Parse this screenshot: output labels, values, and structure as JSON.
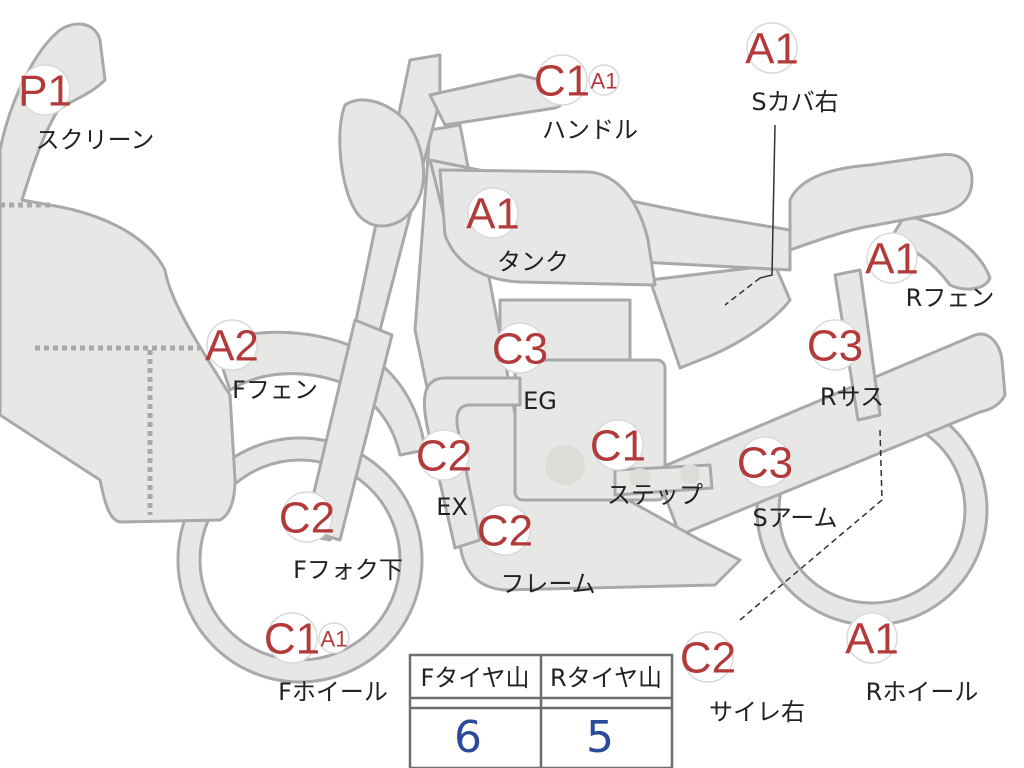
{
  "colors": {
    "part_fill": "#e7e7e5",
    "part_outline": "#a7a9ac",
    "code_red": "#b23a3a",
    "value_blue": "#2c4a9a",
    "text_dark": "#222222"
  },
  "parts": [
    {
      "id": "screen",
      "label": "スクリーン",
      "codes": [
        "P1"
      ]
    },
    {
      "id": "handle",
      "label": "ハンドル",
      "codes": [
        "C1",
        "A1"
      ]
    },
    {
      "id": "scover",
      "label": "Sカバ右",
      "codes": [
        "A1"
      ]
    },
    {
      "id": "tank",
      "label": "タンク",
      "codes": [
        "A1"
      ]
    },
    {
      "id": "rfender",
      "label": "Rフェン",
      "codes": [
        "A1"
      ]
    },
    {
      "id": "ffender",
      "label": "Fフェン",
      "codes": [
        "A2"
      ]
    },
    {
      "id": "engine",
      "label": "EG",
      "codes": [
        "C3"
      ]
    },
    {
      "id": "rsus",
      "label": "Rサス",
      "codes": [
        "C3"
      ]
    },
    {
      "id": "exhaust",
      "label": "EX",
      "codes": [
        "C2"
      ]
    },
    {
      "id": "step",
      "label": "ステップ",
      "codes": [
        "C1"
      ]
    },
    {
      "id": "swingarm",
      "label": "Sアーム",
      "codes": [
        "C3"
      ]
    },
    {
      "id": "ffork",
      "label": "Fフォク下",
      "codes": [
        "C2"
      ]
    },
    {
      "id": "frame",
      "label": "フレーム",
      "codes": [
        "C2"
      ]
    },
    {
      "id": "muffler",
      "label": "サイレ右",
      "codes": [
        "C2"
      ]
    },
    {
      "id": "fwheel",
      "label": "Fホイール",
      "codes": [
        "C1",
        "A1"
      ]
    },
    {
      "id": "rwheel",
      "label": "Rホイール",
      "codes": [
        "A1"
      ]
    }
  ],
  "tire_table": {
    "headers": [
      "Fタイヤ山",
      "Rタイヤ山"
    ],
    "values": [
      "6",
      "5"
    ]
  }
}
